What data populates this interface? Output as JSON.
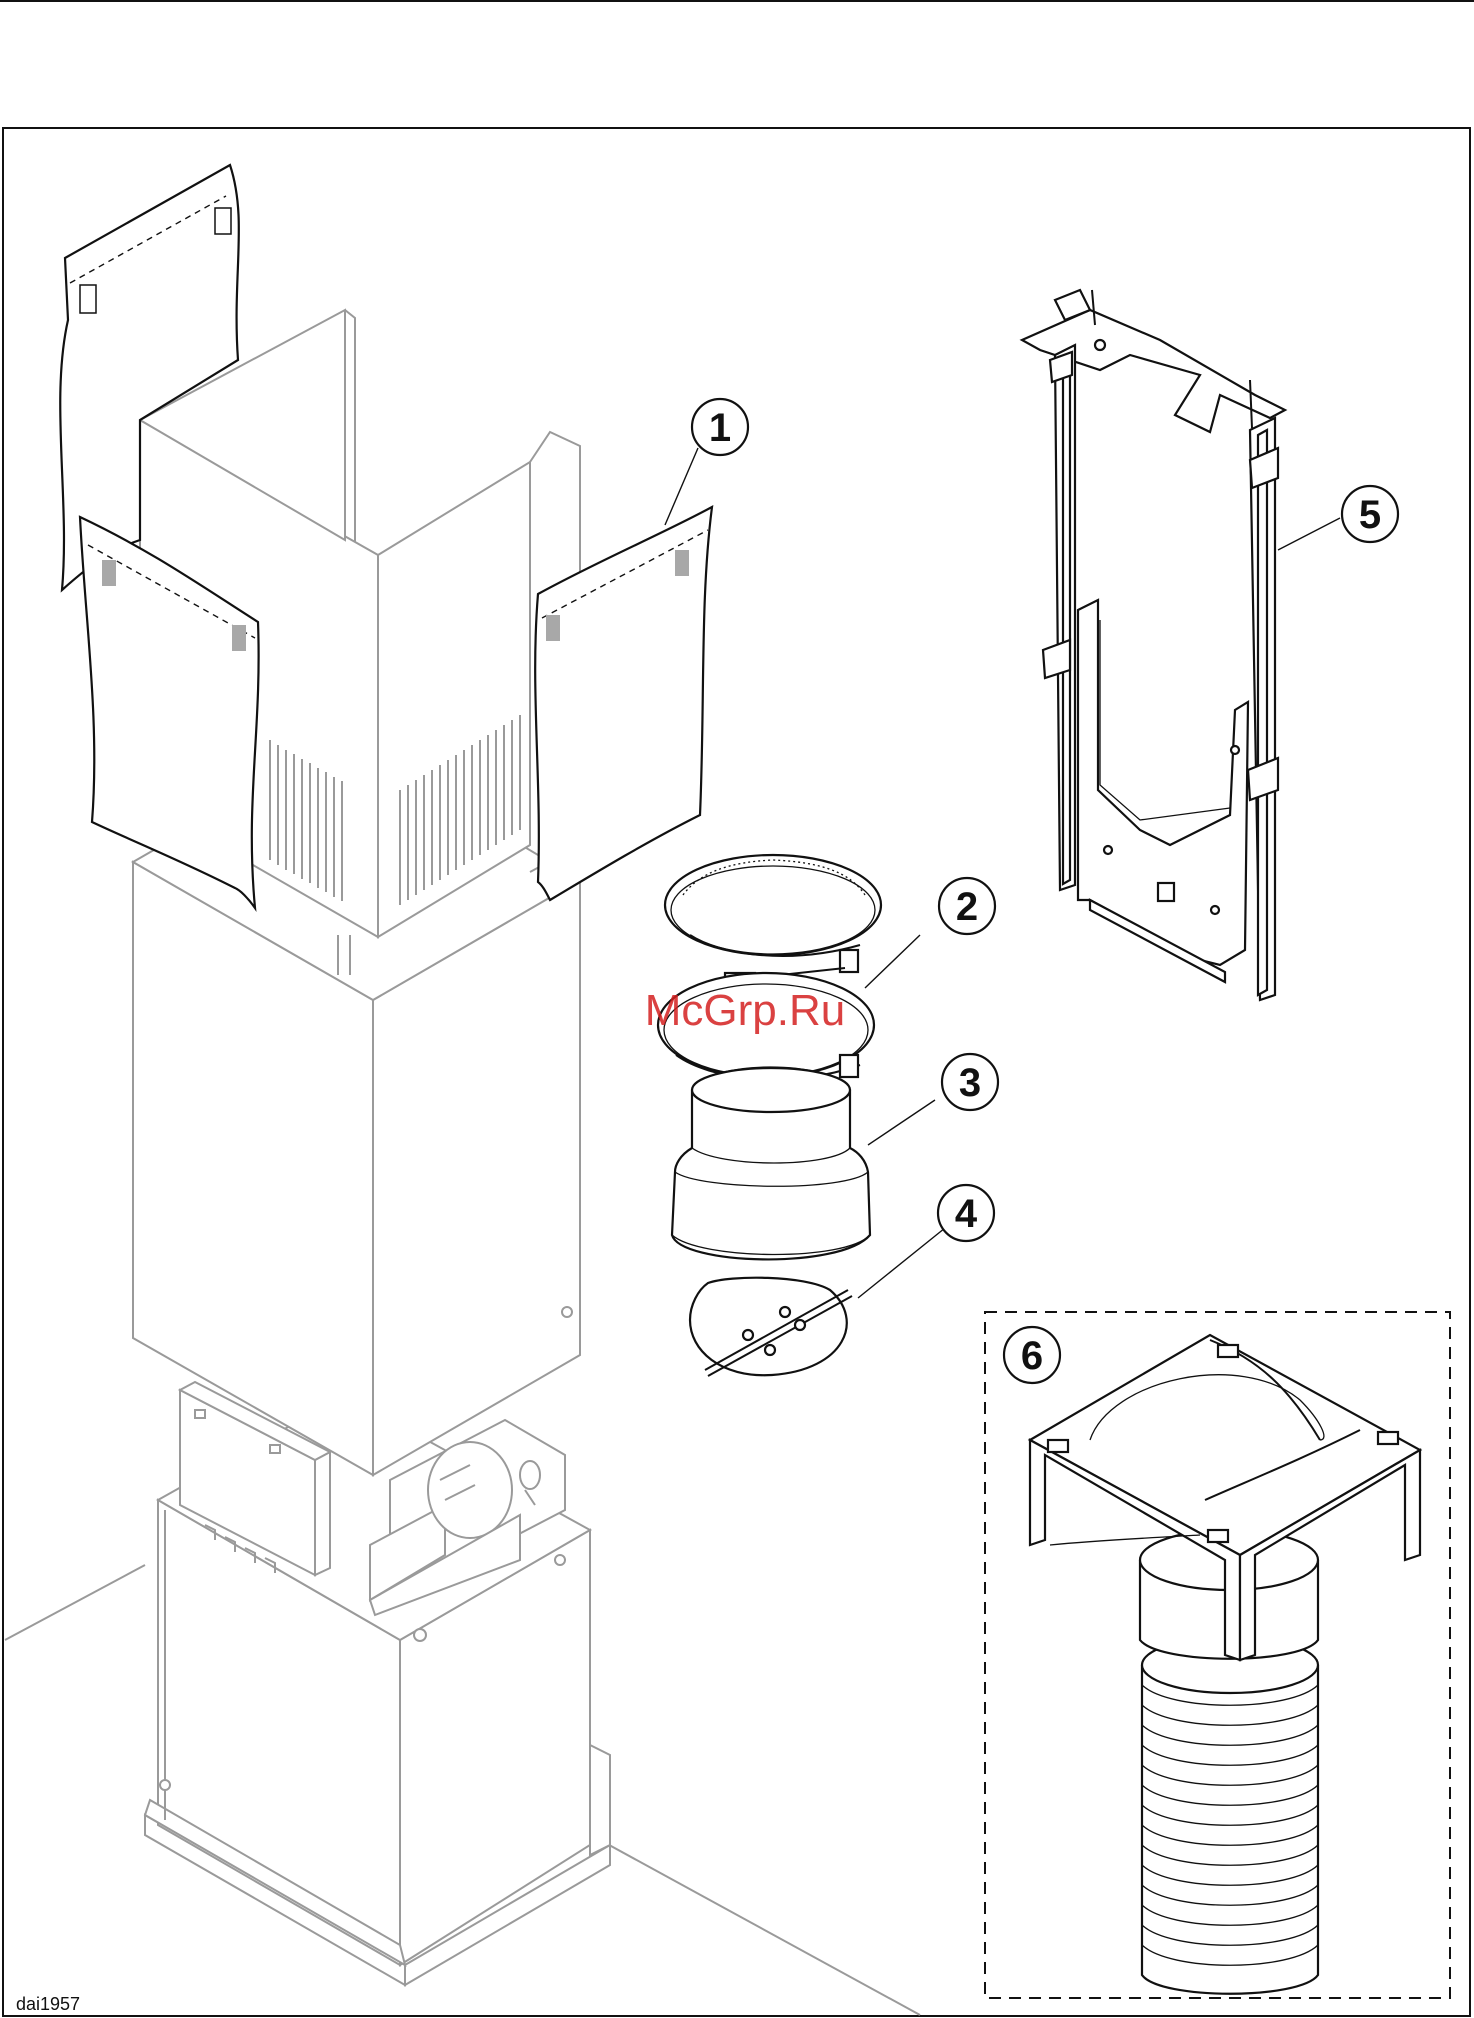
{
  "callouts": [
    {
      "id": "1",
      "label": "1"
    },
    {
      "id": "2",
      "label": "2"
    },
    {
      "id": "3",
      "label": "3"
    },
    {
      "id": "4",
      "label": "4"
    },
    {
      "id": "5",
      "label": "5"
    },
    {
      "id": "6",
      "label": "6"
    }
  ],
  "doc_code": "dai1957",
  "watermark": "McGrp.Ru",
  "colors": {
    "line": "#111111",
    "chimney_gray": "#9a9a9a",
    "watermark": "#d42020"
  }
}
